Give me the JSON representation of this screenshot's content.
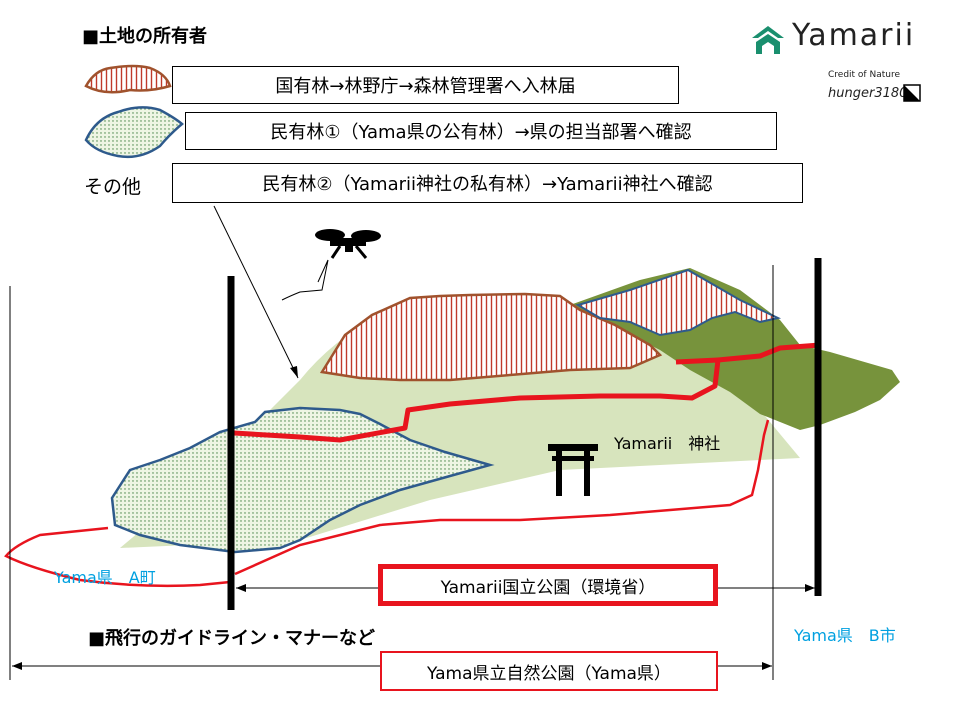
{
  "headings": {
    "ownership": "■土地の所有者",
    "guidelines": "■飛行のガイドライン・マナーなど"
  },
  "legend": {
    "national": "国有林→林野庁→森林管理署へ入林届",
    "prefectural": "民有林①（Yama県の公有林）→県の担当部署へ確認",
    "other_label": "その他",
    "private": "民有林②（Yamarii神社の私有林）→Yamarii神社へ確認"
  },
  "brand": {
    "name": "Yamarii",
    "credit": "Credit of Nature",
    "user": "hunger3180"
  },
  "map": {
    "shrine": "Yamarii　神社",
    "town_a": "Yama県　A町",
    "city_b": "Yama県　B市",
    "national_park": "Yamarii国立公園（環境省）",
    "prefectural_park": "Yama県立自然公園（Yama県）"
  },
  "colors": {
    "accent_red": "#e8141e",
    "label_blue": "#00a0e0",
    "pale_green": "#d7e4bd",
    "dark_green": "#77933c",
    "stripe_brown": "#a0522d",
    "outline_blue": "#2e5a8c"
  }
}
